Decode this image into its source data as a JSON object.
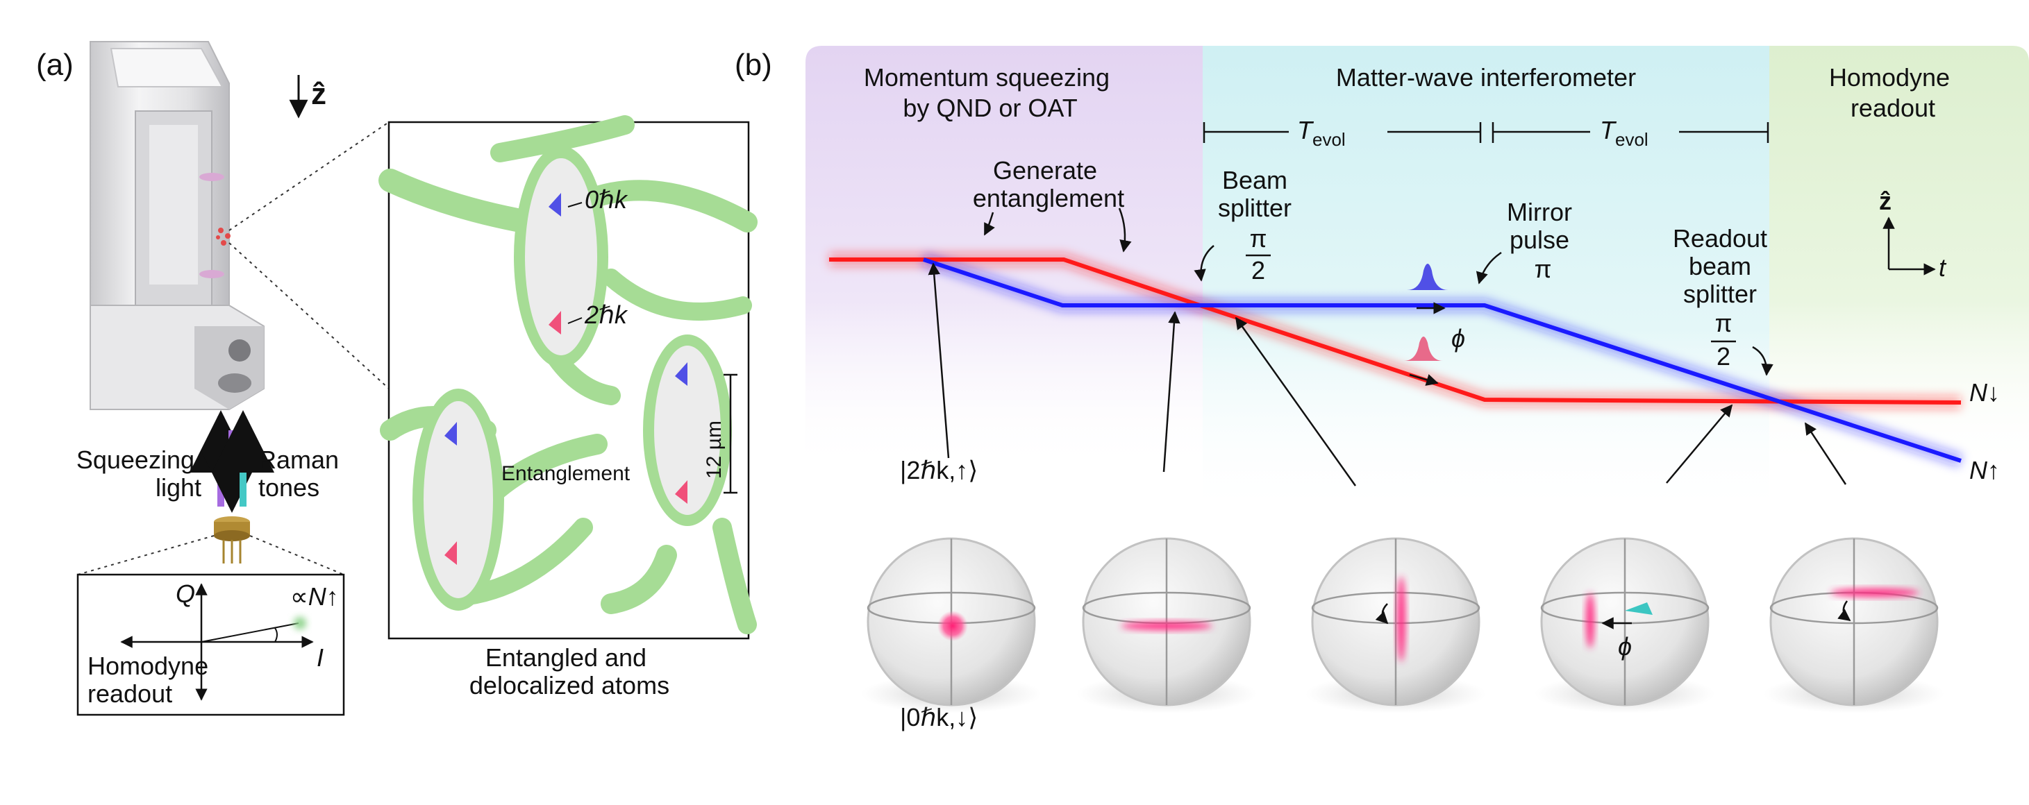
{
  "panel_a": {
    "label": "(a)",
    "axis_z": "ẑ",
    "squeezing_light": [
      "Squeezing",
      "light"
    ],
    "raman_tones": [
      "Raman",
      "tones"
    ],
    "inset": {
      "axis_q": "Q",
      "axis_i": "I",
      "signal": "∝N↑",
      "caption": [
        "Homodyne",
        "readout"
      ]
    },
    "zoom": {
      "state_0": "0ℏk",
      "state_2": "2ℏk",
      "entanglement": "Entanglement",
      "scale": "12 µm",
      "caption": [
        "Entangled and",
        "delocalized atoms"
      ]
    }
  },
  "panel_b": {
    "label": "(b)",
    "sections": [
      {
        "title": [
          "Momentum squeezing",
          "by QND or OAT"
        ],
        "color": "#e6d9f3"
      },
      {
        "title": [
          "Matter-wave interferometer"
        ],
        "color": "#d6f2f4"
      },
      {
        "title": [
          "Homodyne",
          "readout"
        ],
        "color": "#e4f2d8"
      }
    ],
    "t_evol_main": "T",
    "t_evol_sub": "evol",
    "generate": [
      "Generate",
      "entanglement"
    ],
    "beam_splitter": [
      "Beam",
      "splitter",
      "π",
      "2"
    ],
    "mirror": [
      "Mirror",
      "pulse",
      "π"
    ],
    "readout_bs": [
      "Readout",
      "beam",
      "splitter",
      "π",
      "2"
    ],
    "phi": "ϕ",
    "n_down": "N↓",
    "n_up": "N↑",
    "state_top": "|2ℏk,↑⟩",
    "state_bottom": "|0ℏk,↓⟩",
    "axis_z": "ẑ",
    "axis_t": "t",
    "colors": {
      "upper_path": "#ff1a1a",
      "lower_path": "#1a1aff",
      "atom_pink": "#f0507a",
      "atom_blue": "#5050e6",
      "green_web": "#a6dc95"
    }
  }
}
